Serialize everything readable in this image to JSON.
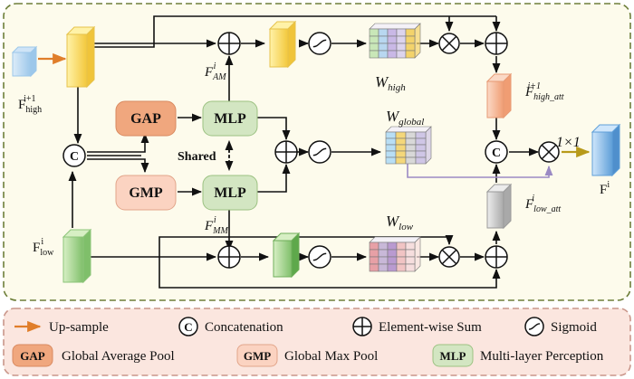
{
  "nodes": {
    "gap": "GAP",
    "gmp": "GMP",
    "mlp_top": "MLP",
    "mlp_bottom": "MLP",
    "shared": "Shared",
    "concat": "C",
    "conv": "1×1"
  },
  "features": {
    "f_high": {
      "base": "F",
      "sub": "high",
      "sup": "i+1"
    },
    "f_low": {
      "base": "F",
      "sub": "low",
      "sup": "i"
    },
    "f_am": {
      "base": "F",
      "sub": "AM",
      "sup": "i"
    },
    "f_mm": {
      "base": "F",
      "sub": "MM",
      "sup": "i"
    },
    "f_high_att": {
      "base": "F",
      "sub": "high_att",
      "sup": "i+1"
    },
    "f_low_att": {
      "base": "F",
      "sub": "low_att",
      "sup": "i"
    },
    "f_out": {
      "base": "F",
      "sup": "i"
    }
  },
  "weights": {
    "high": {
      "base": "W",
      "sub": "high"
    },
    "global": {
      "base": "W",
      "sub": "global"
    },
    "low": {
      "base": "W",
      "sub": "low"
    }
  },
  "legend": {
    "upsample": "Up-sample",
    "concat_symbol": "C",
    "concat": "Concatenation",
    "sum": "Element-wise Sum",
    "sigmoid": "Sigmoid",
    "gap_tag": "GAP",
    "gap": "Global Average Pool",
    "gmp_tag": "GMP",
    "gmp": "Global Max Pool",
    "mlp_tag": "MLP",
    "mlp": "Multi-layer Perception"
  },
  "colors": {
    "main_bg": "#fdfbec",
    "main_border": "#6e7f3a",
    "legend_bg": "#fbe6df",
    "legend_border": "#c9968a",
    "gap_fill": "#f0a77e",
    "gmp_fill": "#fbd3c1",
    "mlp_fill": "#d3e6c2",
    "upsample_arrow": "#e07e2a",
    "feedback_line": "#9b8ac4",
    "out_arrow": "#b89a1a"
  }
}
